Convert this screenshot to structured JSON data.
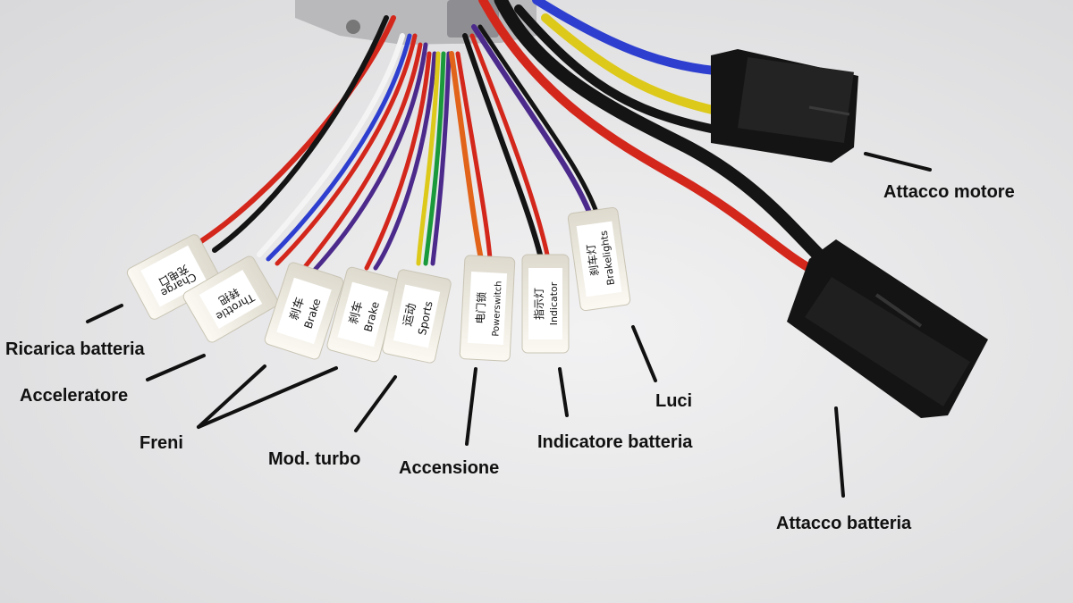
{
  "photo": {
    "subject": "e-bike controller wiring harness with labeled connectors",
    "colors": {
      "background": "#e9e9ea",
      "connector_white": "#f1eee4",
      "connector_black": "#141414",
      "wire_red": "#d4271c",
      "wire_black": "#141414",
      "wire_blue": "#2e3fd0",
      "wire_yellow": "#ddc91a",
      "wire_purple": "#4b2a8c",
      "wire_orange": "#e2641a",
      "wire_green": "#1a9a3a",
      "wire_white": "#f4f4f4",
      "label_text": "#111111"
    }
  },
  "connector_tags": {
    "charge": {
      "cn": "充电口",
      "en": "Charge"
    },
    "throttle": {
      "cn": "转把",
      "en": "Throttle"
    },
    "brake1": {
      "cn": "刹车",
      "en": "Brake"
    },
    "brake2": {
      "cn": "刹车",
      "en": "Brake"
    },
    "sports": {
      "cn": "运动",
      "en": "Sports"
    },
    "power": {
      "cn": "电门锁",
      "en": "Powerswitch"
    },
    "indicator": {
      "cn": "指示灯",
      "en": "Indicator"
    },
    "brakelights": {
      "cn": "刹车灯",
      "en": "Brakelights"
    }
  },
  "annotations": {
    "motor": "Attacco motore",
    "battery_charge": "Ricarica batteria",
    "throttle": "Acceleratore",
    "brakes": "Freni",
    "turbo": "Mod. turbo",
    "power": "Accensione",
    "battery_indicator": "Indicatore batteria",
    "lights": "Luci",
    "battery": "Attacco batteria"
  }
}
